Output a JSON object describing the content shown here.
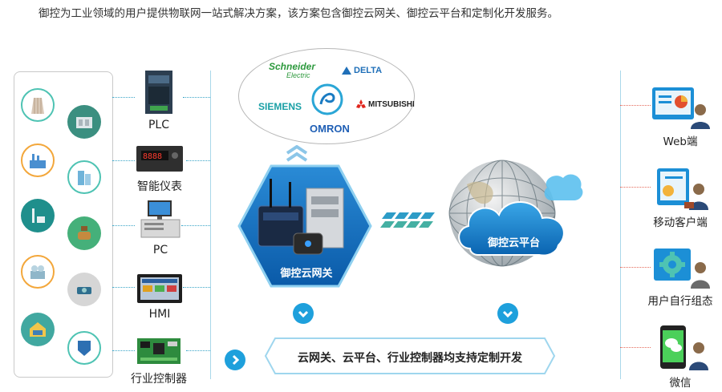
{
  "intro": "御控为工业领域的用户提供物联网一站式解决方案，该方案包含御控云网关、御控云平台和定制化开发服务。",
  "industries": [
    {
      "icon": "cooling-tower-icon"
    },
    {
      "icon": "cabinet-icon"
    },
    {
      "icon": "factory-icon"
    },
    {
      "icon": "building-icon"
    },
    {
      "icon": "chimney-icon"
    },
    {
      "icon": "valve-icon"
    },
    {
      "icon": "treatment-plant-icon"
    },
    {
      "icon": "pump-icon"
    },
    {
      "icon": "garage-icon"
    },
    {
      "icon": "dust-filter-icon"
    }
  ],
  "devices": [
    {
      "label": "PLC",
      "icon": "plc-icon"
    },
    {
      "label": "智能仪表",
      "icon": "smart-meter-icon"
    },
    {
      "label": "PC",
      "icon": "pc-icon"
    },
    {
      "label": "HMI",
      "icon": "hmi-icon"
    },
    {
      "label": "行业控制器",
      "icon": "controller-board-icon"
    }
  ],
  "brands": {
    "schneider_line1": "Schneider",
    "schneider_line2": "Electric",
    "delta": "DELTA",
    "siemens": "SIEMENS",
    "mitsubishi": "MITSUBISHI",
    "omron": "OMRON"
  },
  "gateway": {
    "label": "御控云网关"
  },
  "cloud": {
    "label": "御控云平台"
  },
  "users": [
    {
      "label": "Web端",
      "icon": "web-dashboard-icon"
    },
    {
      "label": "移动客户端",
      "icon": "mobile-client-icon"
    },
    {
      "label": "用户自行组态",
      "icon": "gear-config-icon"
    },
    {
      "label": "微信",
      "icon": "wechat-icon"
    }
  ],
  "banner": {
    "text": "云网关、云平台、行业控制器均支持定制开发"
  },
  "colors": {
    "teal": "#4ec3b3",
    "blue": "#1ea0dc",
    "hex_blue": "#0c6fc4",
    "line": "#3aa5c7",
    "red_line": "#e56b5b"
  }
}
